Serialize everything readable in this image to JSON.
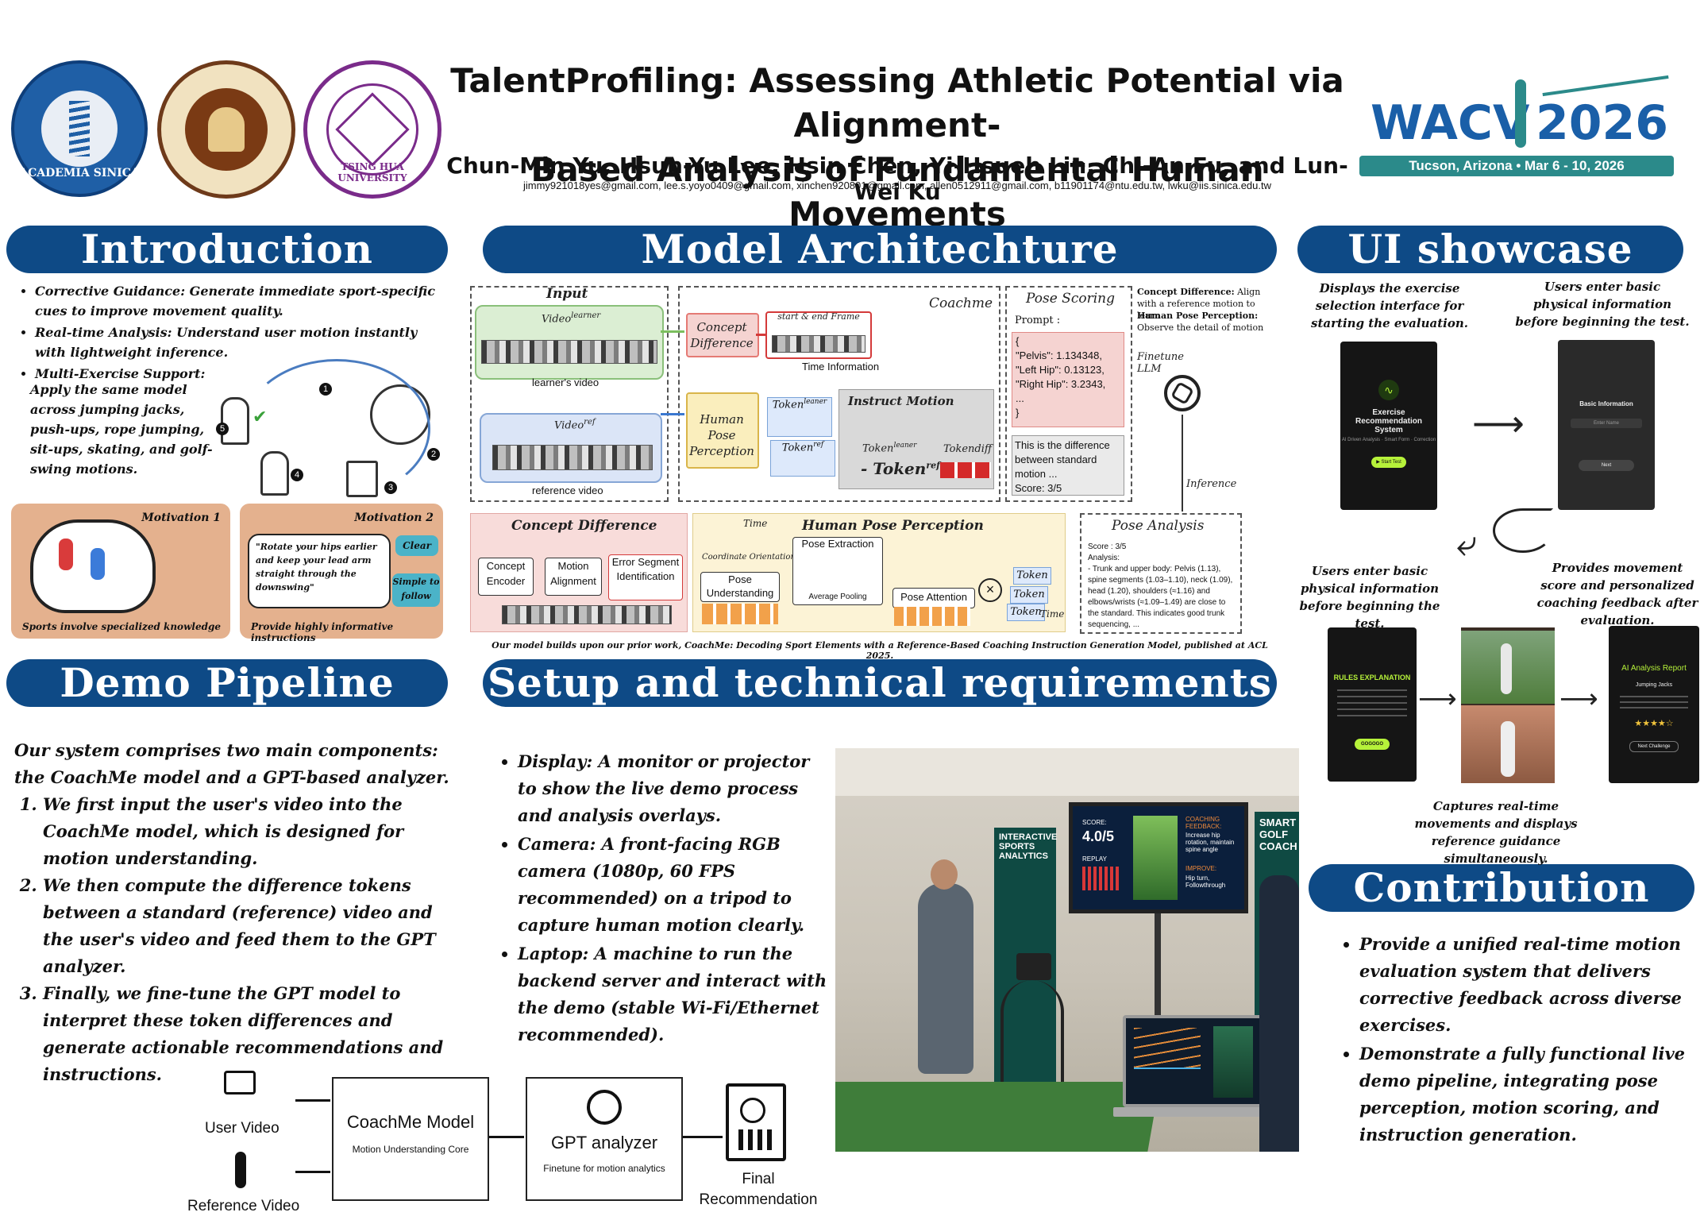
{
  "header": {
    "title_line1": "TalentProfiling: Assessing Athletic Potential via Alignment-",
    "title_line2": "Based Analysis of Fundamental Human Movements",
    "authors": "Chun-Min Yu, Hsun-Yu Lee, Hsin Chen, Yi-Hsueh Lin, Chi-An Fu, and Lun-Wei Ku",
    "emails": "jimmy921018yes@gmail.com,  lee.s.yoyo0409@gmail.com, xinchen920801@gmail.com,  allen0512911@gmail.com, b11901174@ntu.edu.tw,  lwku@iis.sinica.edu.tw",
    "logos": {
      "sinica_text": "ACADEMIA SINICA",
      "tsinghua_text": "TSING HUA UNIVERSITY"
    },
    "conference": {
      "name_left": "WACV",
      "year": "2026",
      "location": "Tucson, Arizona • Mar 6 - 10, 2026",
      "accent": "#1a5fa8",
      "cactus_color": "#2b8a8a"
    }
  },
  "sections": {
    "introduction": "Introduction",
    "model_architecture": "Model Architechture",
    "ui_showcase": "UI showcase",
    "demo_pipeline": "Demo Pipeline",
    "setup": "Setup and technical requirements",
    "contribution": "Contribution"
  },
  "introduction": {
    "bullets": [
      "Corrective Guidance: Generate immediate sport-specific cues to improve movement quality.",
      "Real-time Analysis: Understand user motion instantly with lightweight inference.",
      "Multi-Exercise Support:"
    ],
    "multi_exercise_detail": "Apply the same model across jumping jacks, push-ups, rope jumping, sit-ups, skating, and golf-swing motions.",
    "cycle_numbers": [
      "1",
      "2",
      "3",
      "4",
      "5"
    ],
    "motivation1": {
      "title": "Motivation 1",
      "caption": "Sports involve specialized knowledge"
    },
    "motivation2": {
      "title": "Motivation 2",
      "quote": "\"Rotate your hips earlier and keep your lead arm straight through the downswing\"",
      "tag1": "Clear",
      "tag2": "Simple to follow",
      "caption": "Provide highly informative instructions"
    }
  },
  "architecture": {
    "input_label": "Input",
    "video_learner": "Video",
    "video_learner_sup": "learner",
    "learner_caption": "learner's video",
    "video_ref": "Video",
    "video_ref_sup": "ref",
    "ref_caption": "reference video",
    "coachme_label": "Coachme",
    "concept_difference": "Concept Difference",
    "start_end_frame": "start & end Frame",
    "time_information": "Time Information",
    "human_pose_perception": "Human Pose Perception",
    "token_learner": "Token",
    "token_learner_sup": "leaner",
    "token_ref": "Token",
    "token_ref_sup": "ref",
    "instruct_motion": "Instruct Motion",
    "token_learner2": "Token",
    "token_learner2_sup": "leaner",
    "minus_token_ref": "- Token",
    "minus_token_ref_sup": "ref",
    "tokendiff": "Tokendiff",
    "pose_scoring": "Pose Scoring",
    "prompt_label": "Prompt :",
    "prompt_lines": [
      "{",
      "\"Pelvis\": 1.134348,",
      "\"Left Hip\": 0.13123,",
      "\"Right Hip\": 3.2343,",
      "...",
      "}"
    ],
    "diff_text": "This is the difference between standard motion ...",
    "score_text": "Score: 3/5",
    "concept_note_bold": "Concept Difference:",
    "concept_note": " Align with a reference motion to learn",
    "pose_note_bold": "Human Pose Perception:",
    "pose_note": " Observe the detail of motion",
    "finetune_llm": "Finetune LLM",
    "inference": "Inference",
    "cd_panel_title": "Concept Difference",
    "concept_encoder": "Concept Encoder",
    "motion_alignment": "Motion Alignment",
    "error_segment": "Error Segment Identification",
    "hpp_panel_title": "Human Pose Perception",
    "time_top": "Time",
    "coordinate_orientation": "Coordinate Orientation",
    "pose_extraction": "Pose Extraction",
    "pose_understanding": "Pose Understanding",
    "average_pooling": "Average Pooling",
    "pose_attention": "Pose Attention",
    "token_word": "Token",
    "time_bottom": "Time",
    "pose_analysis_title": "Pose Analysis",
    "pose_analysis_score": "Score : 3/5",
    "pose_analysis_label": "Analysis:",
    "pose_analysis_text": "- Trunk and upper body: Pelvis (1.13), spine segments (1.03–1.10), neck (1.09), head (1.20), shoulders (≈1.16) and elbows/wrists (≈1.09–1.49) are close to the standard. This indicates good trunk sequencing, ...",
    "footnote": "Our model builds upon our prior work, CoachMe: Decoding Sport Elements with a Reference-Based Coaching Instruction Generation Model, published at ACL 2025."
  },
  "ui_showcase": {
    "cap1": "Displays the exercise selection interface for starting the evaluation.",
    "cap2": "Users enter basic physical information before beginning the test.",
    "cap3": "Users enter basic physical information before beginning the test.",
    "cap4": "Provides movement score and personalized coaching feedback after evaluation.",
    "cap5": "Captures real-time movements and displays reference guidance simultaneously.",
    "phone1_title": "Exercise Recommendation System",
    "phone1_sub": "AI Driven Analysis · Smart Form · Correction",
    "phone1_btn": "▶ Start Test",
    "phone2_title": "Basic Information",
    "phone2_field": "Enter Name",
    "phone2_btn": "Next",
    "phone3_title": "RULES EXPLANATION",
    "phone3_btn": "GOGOGO",
    "phone5_title": "AI Analysis Report",
    "phone5_sub": "Jumping Jacks",
    "phone5_stars": "★★★★☆",
    "phone5_btn": "Next Challenge"
  },
  "demo_pipeline": {
    "intro": "Our system comprises two main components: the CoachMe model and a GPT-based analyzer.",
    "steps": [
      "We first input the user's video into the CoachMe model, which is designed for motion understanding.",
      "We then compute the difference tokens between a standard (reference) video and the user's video and feed them to the GPT analyzer.",
      "Finally, we fine-tune the GPT model to interpret these token differences and generate actionable recommendations and instructions."
    ],
    "user_video": "User Video",
    "reference_video": "Reference Video",
    "coachme_title": "CoachMe Model",
    "coachme_sub": "Motion Understanding Core",
    "gpt_title": "GPT analyzer",
    "gpt_sub": "Finetune for motion analytics",
    "final_recommendation": "Final Recommendation"
  },
  "setup": {
    "items": [
      "Display: A monitor or projector to show the live demo process and analysis overlays.",
      "Camera: A front-facing RGB camera (1080p, 60 FPS recommended) on a tripod to capture human motion clearly.",
      "Laptop: A machine to run the backend server and interact with the demo (stable Wi-Fi/Ethernet recommended)."
    ],
    "photo": {
      "banner_left": "INTERACTIVE SPORTS ANALYTICS",
      "banner_right": "SMART GOLF COACH",
      "screen_score_label": "SCORE:",
      "screen_score": "4.0/5",
      "screen_feedback_title": "COACHING FEEDBACK:",
      "screen_feedback": "Increase hip rotation, maintain spine angle",
      "screen_improve_title": "IMPROVE:",
      "screen_improve": "Hip turn, Followthrough",
      "screen_replay": "REPLAY"
    }
  },
  "contribution": {
    "items": [
      "Provide a unified real-time motion evaluation system that delivers corrective feedback across diverse exercises.",
      "Demonstrate a fully functional live demo pipeline, integrating pose perception, motion scoring, and instruction generation."
    ]
  }
}
